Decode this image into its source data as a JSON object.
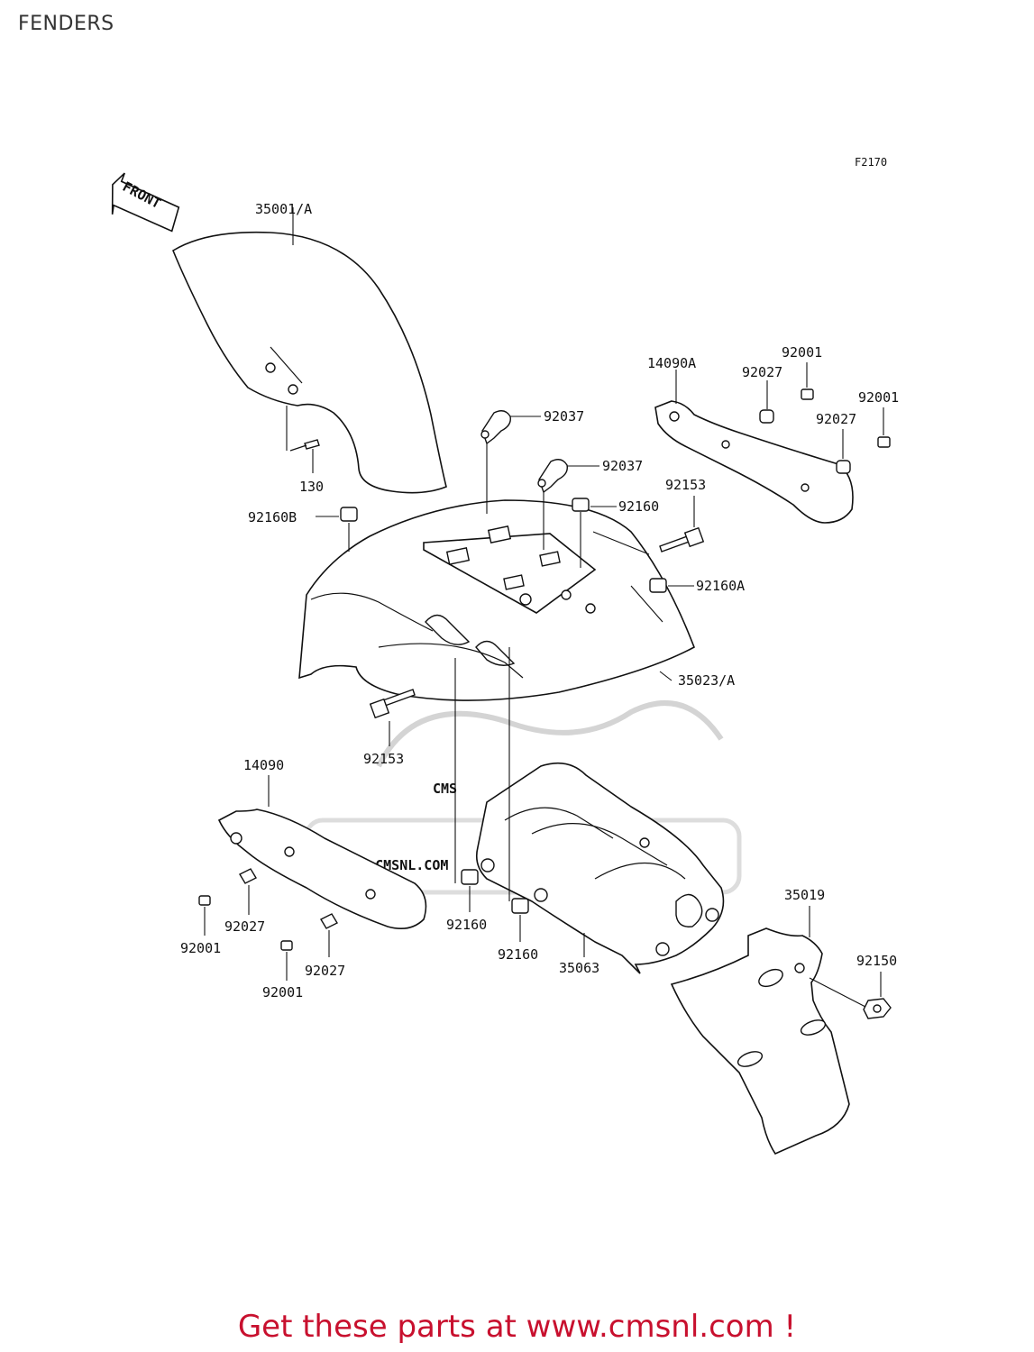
{
  "page": {
    "title": "FENDERS"
  },
  "diagram": {
    "figure_code": "F2170",
    "front_arrow_label": "FRONT",
    "watermark": {
      "logo": "CMS",
      "url": "WWW.CMSNL.COM"
    },
    "callouts": [
      {
        "id": "front-fender",
        "label": "35001/A"
      },
      {
        "id": "bolt-front-fender",
        "label": "130"
      },
      {
        "id": "damper-92160b",
        "label": "92160B"
      },
      {
        "id": "clamp-upper",
        "label": "92037"
      },
      {
        "id": "clamp-lower",
        "label": "92037"
      },
      {
        "id": "damper-rear-top",
        "label": "92160"
      },
      {
        "id": "bolt-rear-right",
        "label": "92153"
      },
      {
        "id": "damper-92160a",
        "label": "92160A"
      },
      {
        "id": "rear-fender",
        "label": "35023/A"
      },
      {
        "id": "bolt-rear-left",
        "label": "92153"
      },
      {
        "id": "cover-right",
        "label": "14090A"
      },
      {
        "id": "washer-right-1",
        "label": "92027"
      },
      {
        "id": "screw-right-1",
        "label": "92001"
      },
      {
        "id": "screw-right-2",
        "label": "92001"
      },
      {
        "id": "washer-right-2",
        "label": "92027"
      },
      {
        "id": "cover-left",
        "label": "14090"
      },
      {
        "id": "washer-left-1",
        "label": "92027"
      },
      {
        "id": "screw-left-1",
        "label": "92001"
      },
      {
        "id": "washer-left-2",
        "label": "92027"
      },
      {
        "id": "screw-left-2",
        "label": "92001"
      },
      {
        "id": "damper-bracket-1",
        "label": "92160"
      },
      {
        "id": "damper-bracket-2",
        "label": "92160"
      },
      {
        "id": "bracket",
        "label": "35063"
      },
      {
        "id": "flap",
        "label": "35019"
      },
      {
        "id": "nut-flap",
        "label": "92150"
      }
    ]
  },
  "footer": {
    "cta": "Get these parts at www.cmsnl.com !",
    "color": "#c8102e"
  }
}
